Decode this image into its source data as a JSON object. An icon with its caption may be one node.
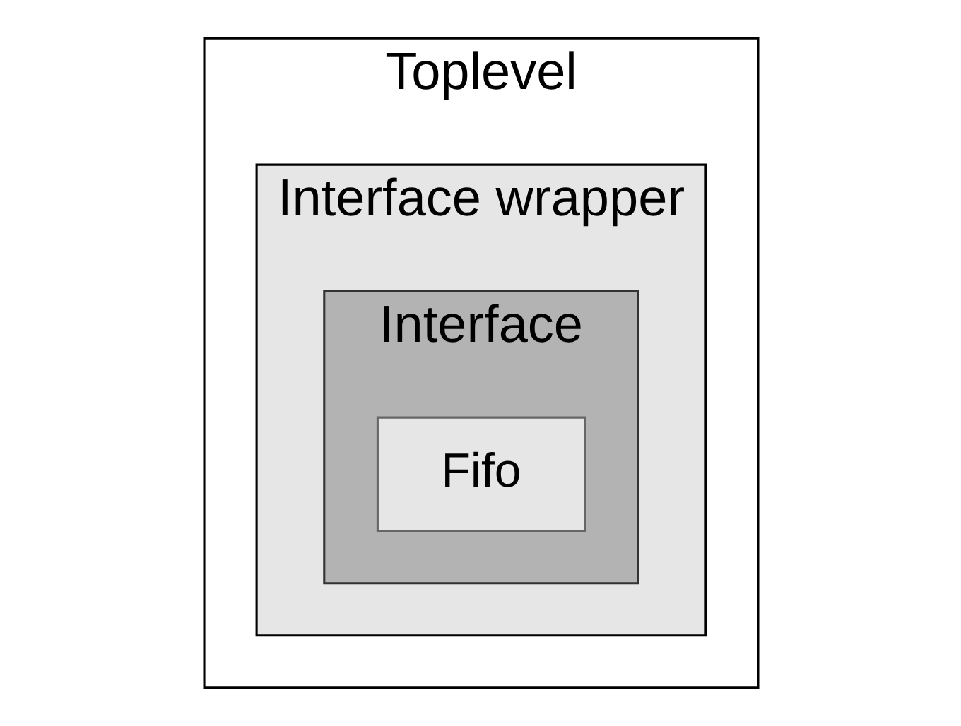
{
  "diagram": {
    "nodes": [
      {
        "text": [
          "Toplevel"
        ]
      },
      {
        "text": [
          "Interface wrapper"
        ],
        "in": 0
      },
      {
        "text": [
          "Interface"
        ],
        "in": 1
      },
      {
        "text": [
          "Fifo"
        ],
        "in": 2
      }
    ]
  }
}
